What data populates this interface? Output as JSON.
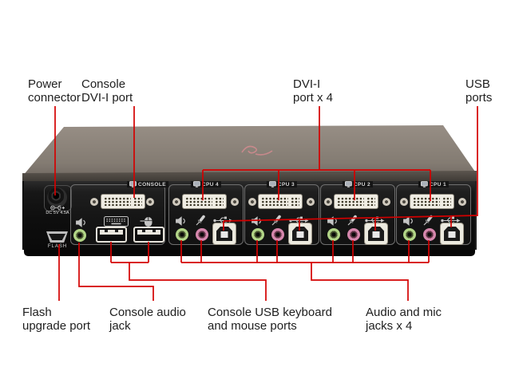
{
  "colors": {
    "callout_line": "#d40000",
    "audio_jack_green": "#b2d587",
    "audio_jack_pink": "#d687ad",
    "chassis_top": "#8d847b",
    "rear_panel": "#111111"
  },
  "callouts": {
    "power_connector": "Power\nconnector",
    "console_dvi_port": "Console\nDVI-I port",
    "dvi_ports_x4": "DVI-I\nport x 4",
    "usb_ports": "USB\nports",
    "flash_upgrade_port": "Flash\nupgrade port",
    "console_audio_jack": "Console audio\njack",
    "console_usb_ports": "Console USB keyboard\nand mouse ports",
    "audio_mic_jacks_x4": "Audio and mic\njacks x 4"
  },
  "rear_panel": {
    "console_label": "CONSOLE",
    "cpu_labels": [
      "CPU 4",
      "CPU 3",
      "CPU 2",
      "CPU 1"
    ],
    "power_rating": "DC 5V 4.5A",
    "flash_port_label": "FLASH",
    "icons": {
      "section_header": "monitor-icon",
      "audio_out": "speaker-icon",
      "microphone": "mic-icon",
      "usb": "usb-trident-icon",
      "keyboard": "keyboard-icon",
      "mouse": "mouse-icon",
      "power": "dc-polarity-icon"
    }
  }
}
